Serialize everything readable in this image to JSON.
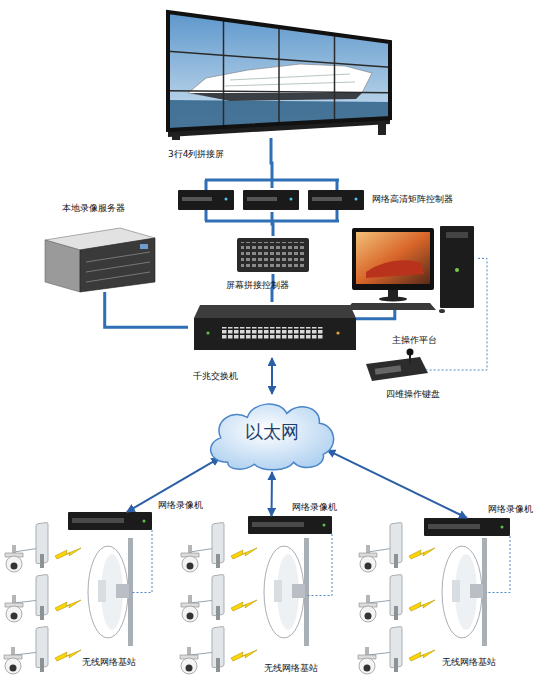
{
  "diagram": {
    "nodes": [
      {
        "text": [
          "3行4列拼接屏"
        ]
      },
      {
        "text": [
          "网络高清矩阵控制器"
        ]
      },
      {
        "text": [
          "本地录像服务器"
        ]
      },
      {
        "text": [
          "屏幕拼接控制器"
        ]
      },
      {
        "text": [
          "主操作平台"
        ]
      },
      {
        "text": [
          "四维操作键盘"
        ]
      },
      {
        "text": [
          "千兆交换机"
        ]
      },
      {
        "text": [
          "以太网"
        ]
      },
      {
        "text": [
          "网络录像机"
        ]
      },
      {
        "text": [
          "网络录像机"
        ]
      },
      {
        "text": [
          "网络录像机"
        ]
      },
      {
        "text": [
          "无线网络基站"
        ]
      },
      {
        "text": [
          "无线网络基站"
        ]
      },
      {
        "text": [
          "无线网络基站"
        ]
      }
    ],
    "edges": [
      {
        "from": 0,
        "to": 1,
        "arrow": "none"
      },
      {
        "from": 1,
        "to": 3,
        "arrow": "none"
      },
      {
        "from": 2,
        "to": 6,
        "arrow": "none"
      },
      {
        "from": 3,
        "to": 6,
        "arrow": "none"
      },
      {
        "from": 4,
        "to": 6,
        "arrow": "none"
      },
      {
        "from": 4,
        "to": 5,
        "arrow": "none"
      },
      {
        "from": 6,
        "to": 7,
        "arrow": "both"
      },
      {
        "from": 7,
        "to": 8,
        "arrow": "both"
      },
      {
        "from": 7,
        "to": 9,
        "arrow": "both"
      },
      {
        "from": 7,
        "to": 10,
        "arrow": "both"
      },
      {
        "from": 8,
        "to": 11,
        "arrow": "none"
      },
      {
        "from": 9,
        "to": 12,
        "arrow": "none"
      },
      {
        "from": 10,
        "to": 13,
        "arrow": "none"
      }
    ]
  }
}
